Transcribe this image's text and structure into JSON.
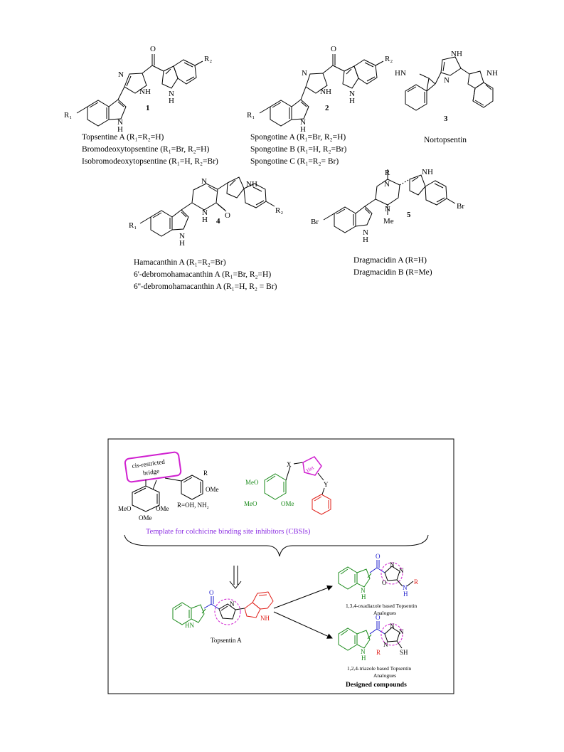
{
  "top_compounds": [
    {
      "number": "1",
      "captions": [
        "Topsentine A (R₁=R₂=H)",
        "Bromodeoxytopsentine (R₁=Br, R₂=H)",
        "Isobromodeoxytopsentine (R₁=H, R₂=Br)"
      ],
      "atoms": {
        "o": "O",
        "n": "N",
        "nh": "NH",
        "nh_indole": "H",
        "n_indole": "N",
        "r1": "R₁",
        "r2": "R₂",
        "n2": "N",
        "h2": "H"
      }
    },
    {
      "number": "2",
      "captions": [
        "Spongotine A (R₁=Br, R₂=H)",
        "Spongotine B (R₁=H, R₂=Br)",
        "Spongotine C (R₁=R₂= Br)"
      ],
      "atoms": {
        "o": "O",
        "n": "N",
        "nh": "NH",
        "r1": "R₁",
        "r2": "R₂",
        "n_indole": "N",
        "h_indole": "H",
        "n2": "N",
        "h2": "H"
      }
    },
    {
      "number": "3",
      "captions": [
        "Nortopsentin"
      ],
      "atoms": {
        "hn": "HN",
        "nh_top": "NH",
        "n": "N",
        "nh_right": "NH"
      }
    },
    {
      "number": "4",
      "captions": [
        "Hamacanthin A (R₁=R₂=Br)",
        "6'-debromohamacanthin A (R₁=Br, R₂=H)",
        "6''-debromohamacanthin A (R₁=H, R₂ = Br)"
      ],
      "atoms": {
        "nh_top": "NH",
        "n": "N",
        "o": "O",
        "n_amide": "N",
        "h_amide": "H",
        "r1": "R₁",
        "r2": "R₂",
        "n_indole": "N",
        "h_indole": "H"
      }
    },
    {
      "number": "5",
      "captions": [
        "Dragmacidin A (R=H)",
        "Dragmacidin B (R=Me)"
      ],
      "atoms": {
        "r": "R",
        "n_top": "N",
        "nh_top": "NH",
        "br_right": "Br",
        "br_left": "Br",
        "n_bottom": "N",
        "me": "Me",
        "n_indole": "N",
        "h_indole": "H"
      }
    }
  ],
  "figure2": {
    "box_label": "cis-restricted bridge",
    "box_label_lines": [
      "cis-restricted",
      "bridge"
    ],
    "template_caption": "Template for colchicine binding site inhibitors (CBSIs)",
    "left_scaffold": {
      "r": "R",
      "ome": "OMe",
      "meo1": "MeO",
      "ome2": "OMe",
      "ome3": "OMe",
      "r_def": "R=OH, NH₂"
    },
    "right_scaffold": {
      "x": "X",
      "y": "Y",
      "het": "Het",
      "meo1": "MeO",
      "meo2": "MeO",
      "ome": "OMe"
    },
    "topsentin_label": "Topsentin A",
    "topsentin_atoms": {
      "o": "O",
      "hn": "HN",
      "n": "N",
      "nh_imid": "N",
      "h_imid": "H",
      "nh": "NH"
    },
    "oxadiazole": {
      "label_lines": [
        "1,3,4-oxadiazole based Topsentin",
        "Analogues"
      ],
      "atoms": {
        "o": "O",
        "n1": "N",
        "n2": "N",
        "o_ring": "O",
        "n_h": "N",
        "h": "H",
        "r": "R",
        "nh": "N",
        "hh": "H"
      }
    },
    "triazole": {
      "label_lines": [
        "1,2,4-triazole based Topsentin",
        "Analogues"
      ],
      "atoms": {
        "o": "O",
        "n1": "N",
        "n2": "N",
        "n3": "N",
        "r": "R",
        "sh": "SH",
        "nh": "N",
        "hh": "H"
      }
    },
    "designed_label": "Designed compounds",
    "colors": {
      "green": "#1a8a1a",
      "red": "#e0201a",
      "blue": "#1a1acc",
      "magenta": "#d020d0",
      "purple": "#8a2be2"
    }
  }
}
